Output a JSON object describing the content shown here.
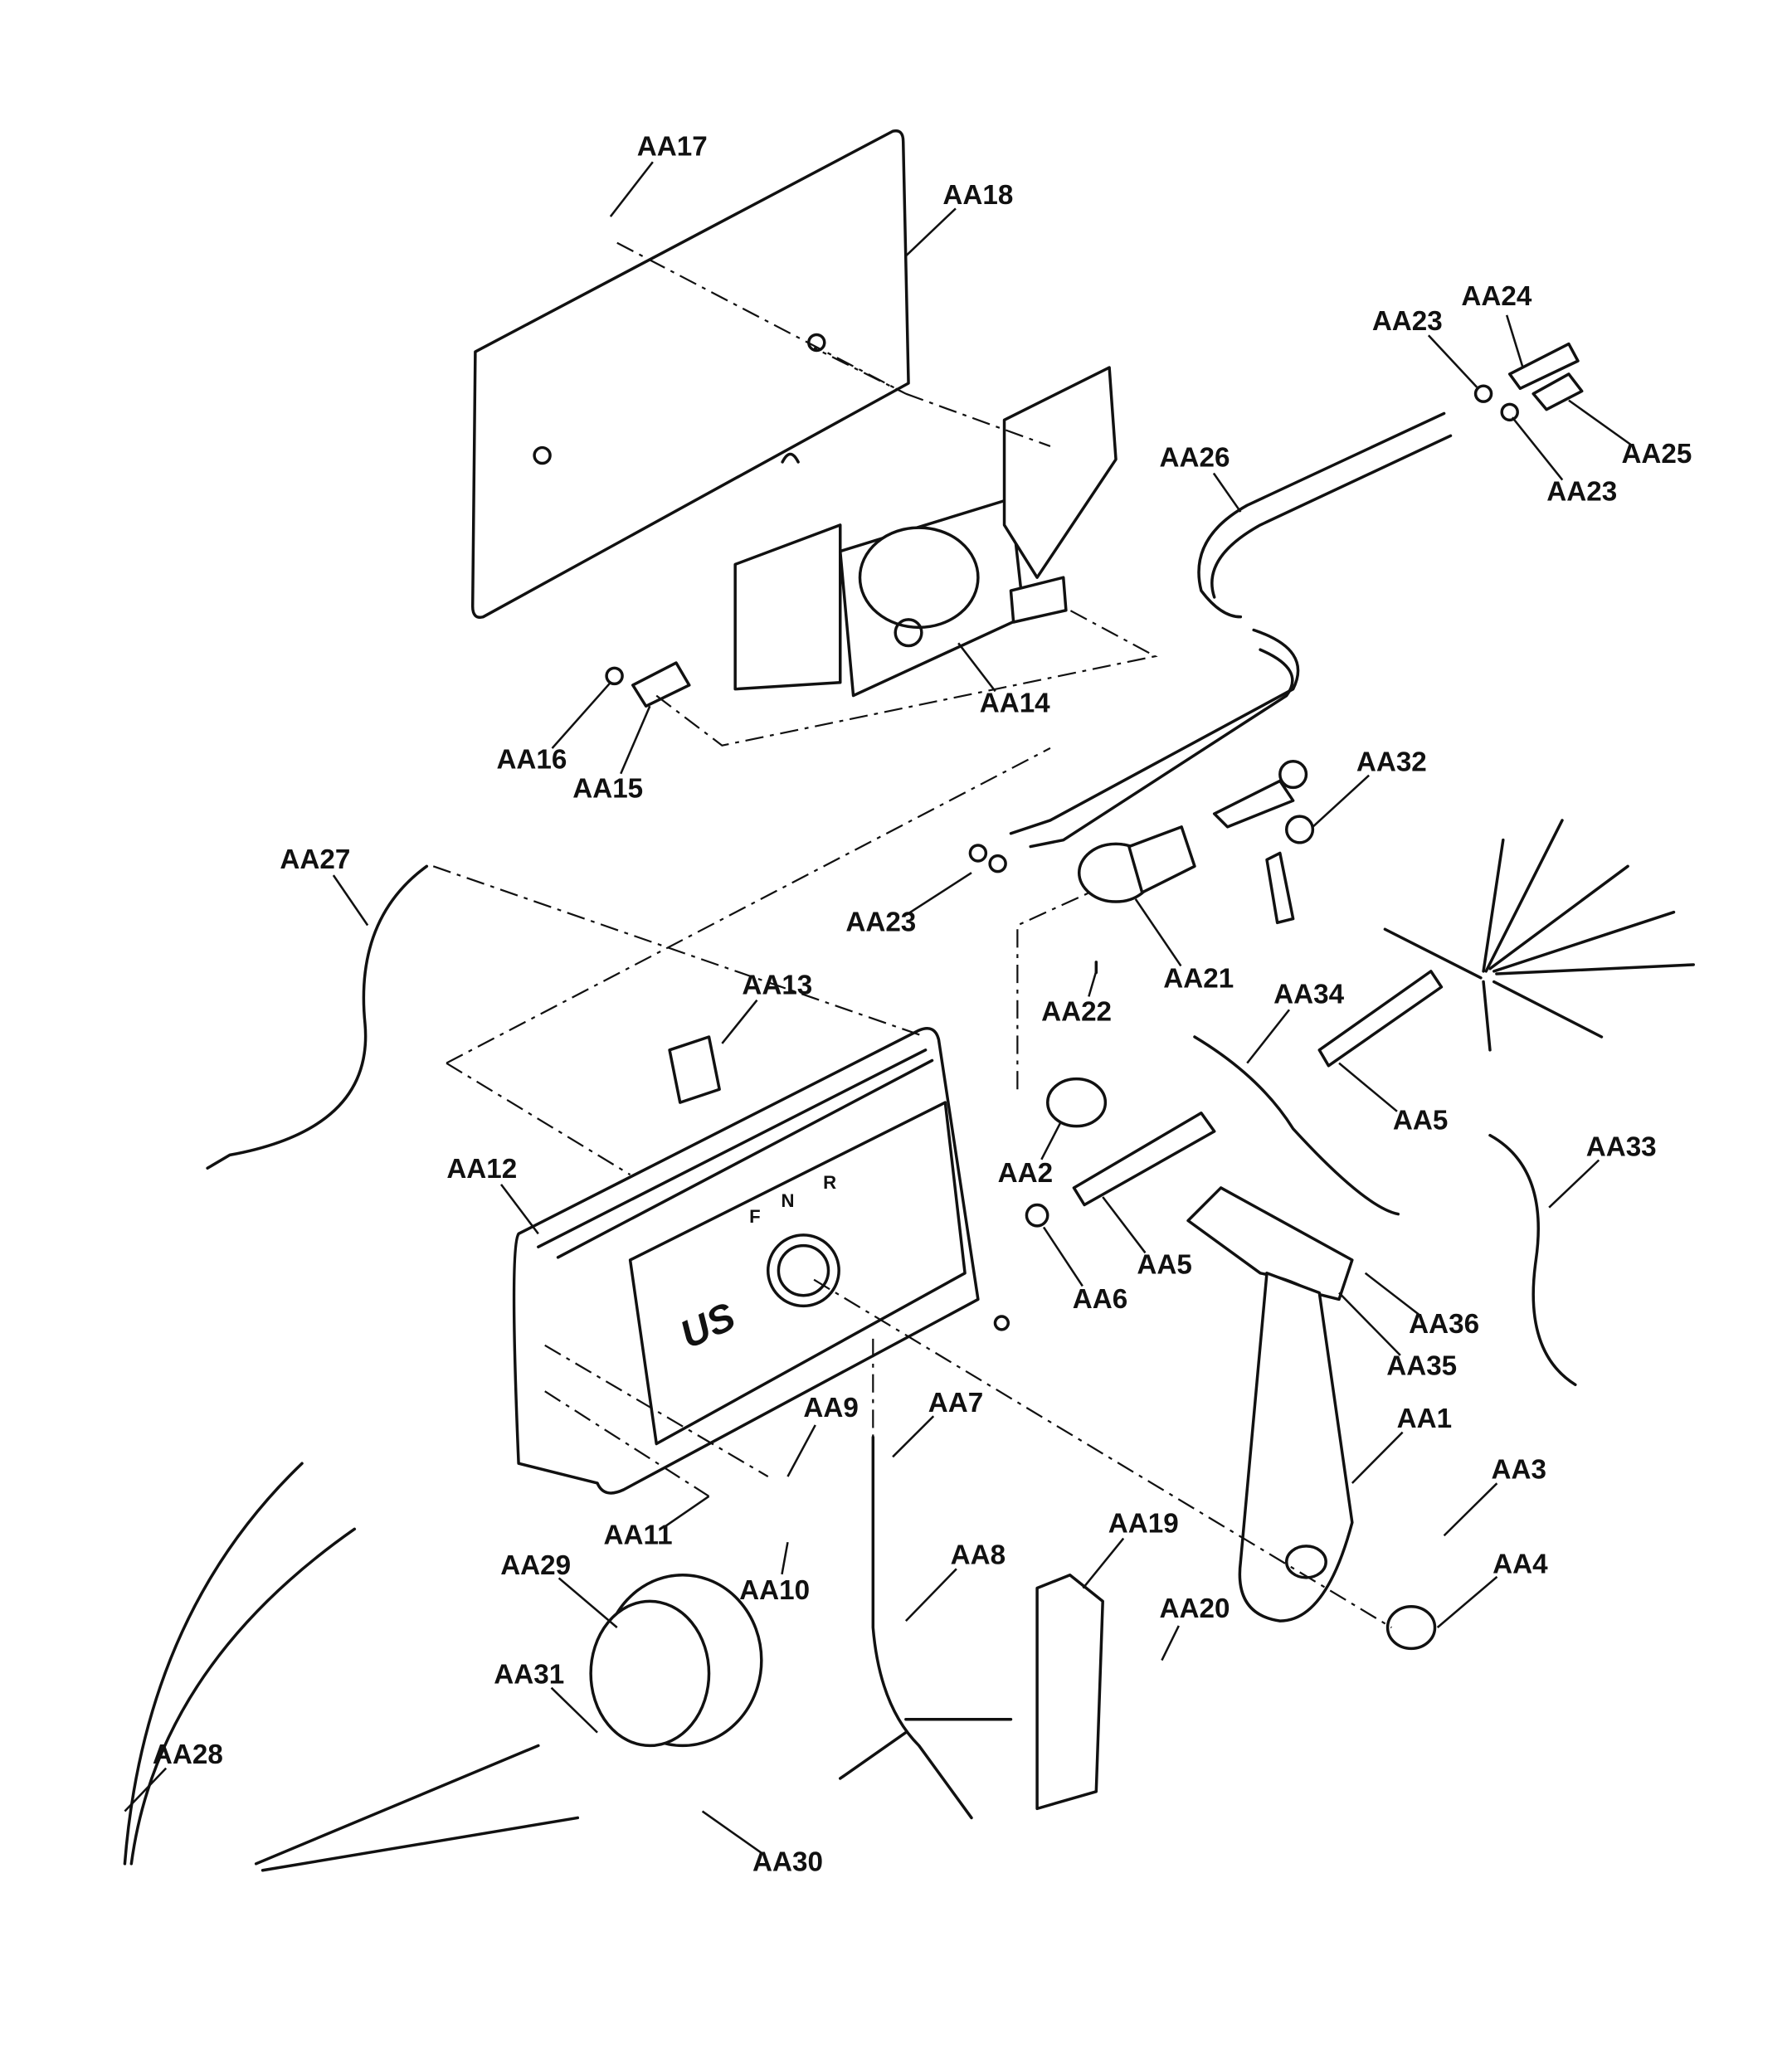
{
  "diagram": {
    "type": "exploded parts diagram",
    "logo_text": "US",
    "shift_markings": [
      "F",
      "N",
      "R"
    ],
    "callouts": [
      "AA17",
      "AA18",
      "AA24",
      "AA23",
      "AA25",
      "AA23",
      "AA26",
      "AA14",
      "AA16",
      "AA15",
      "AA32",
      "AA27",
      "AA23",
      "AA21",
      "AA13",
      "AA22",
      "AA34",
      "AA5",
      "AA33",
      "AA12",
      "AA2",
      "AA5",
      "AA6",
      "AA36",
      "AA35",
      "AA9",
      "AA7",
      "AA1",
      "AA3",
      "AA11",
      "AA10",
      "AA29",
      "AA8",
      "AA19",
      "AA4",
      "AA20",
      "AA31",
      "AA28",
      "AA30"
    ]
  }
}
